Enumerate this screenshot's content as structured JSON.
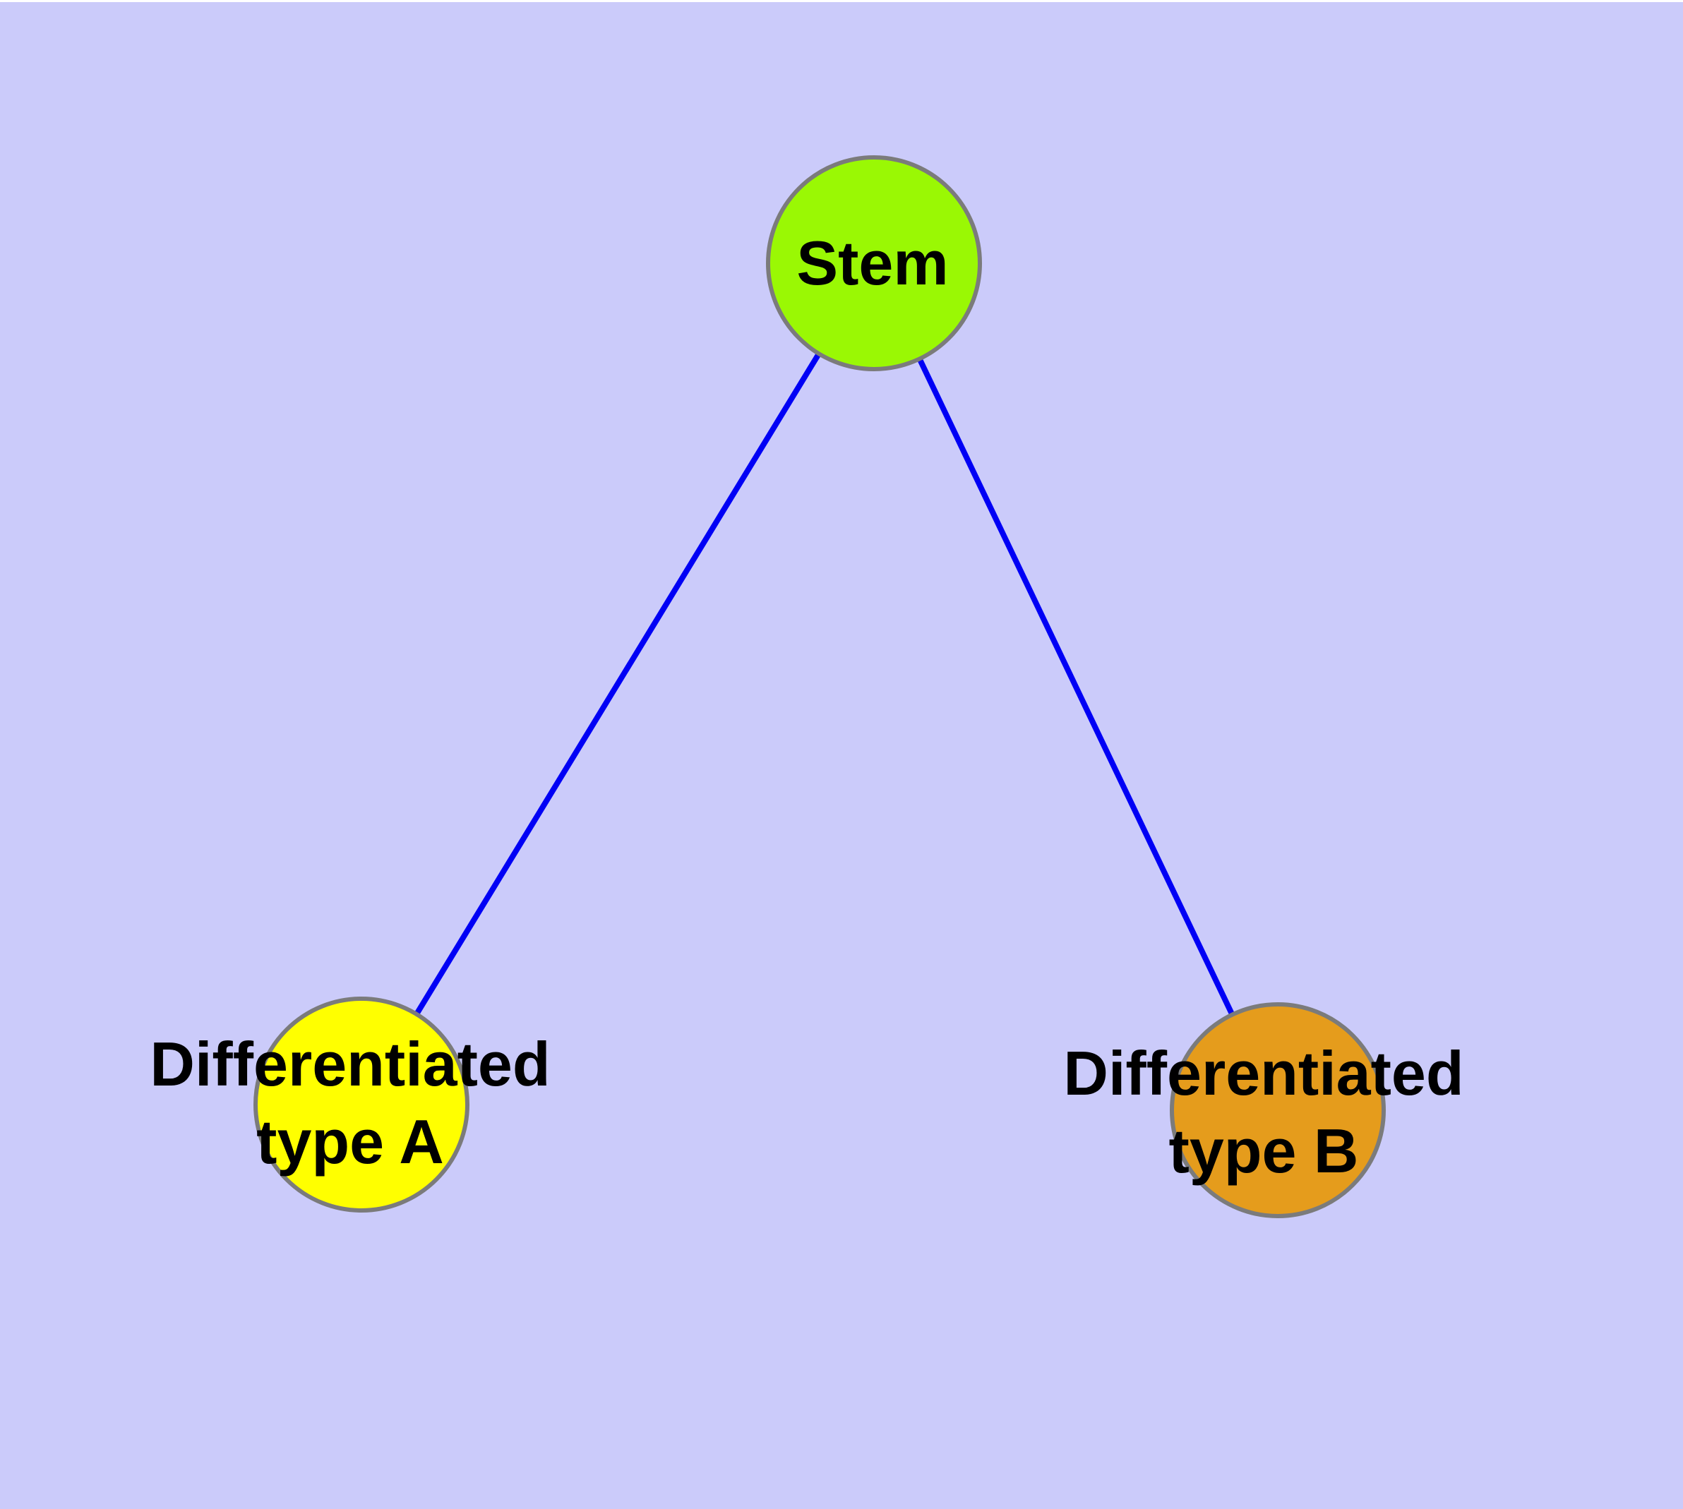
{
  "background": {
    "color": "#CBCBFA",
    "top_strip_color": "#FFFFFF"
  },
  "edges": {
    "color": "#0000F5",
    "items": [
      {
        "from": "Stem",
        "to": "Differentiated type A"
      },
      {
        "from": "Stem",
        "to": "Differentiated type B"
      }
    ]
  },
  "nodes": {
    "stem": {
      "label": "Stem",
      "fill": "#9AF804",
      "stroke": "#7B7B7B"
    },
    "typeA": {
      "lines": [
        "Differentiated",
        "type A"
      ],
      "full_label": "Differentiated type A",
      "fill": "#FFFF00",
      "stroke": "#7B7B7B"
    },
    "typeB": {
      "lines": [
        "Differentiated",
        "type B"
      ],
      "full_label": "Differentiated type B",
      "fill": "#E59C1C",
      "stroke": "#7B7B7B"
    }
  },
  "text_color": "#000000"
}
